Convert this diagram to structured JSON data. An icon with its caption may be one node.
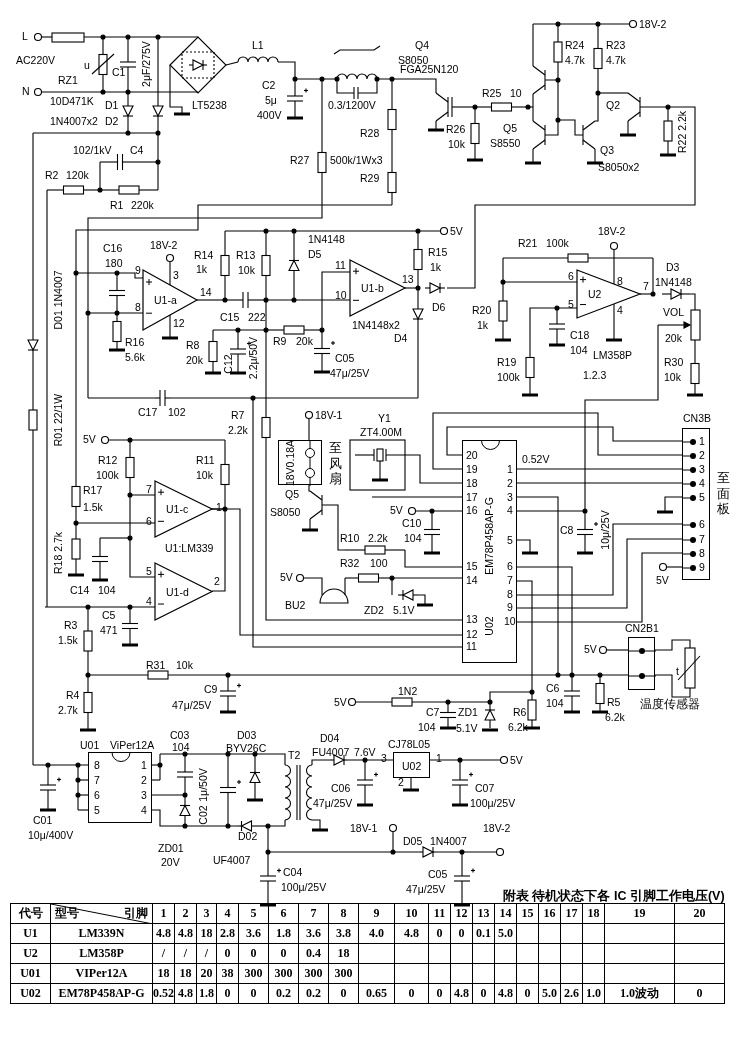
{
  "diagram": {
    "nodes": [
      {
        "text": [
          "U1-a"
        ]
      },
      {
        "text": [
          "U1-b"
        ]
      },
      {
        "text": [
          "U2"
        ]
      },
      {
        "text": [
          "18V0.18A"
        ],
        "beside": [
          "至风扇"
        ]
      },
      {
        "text": [
          "U1-c"
        ]
      },
      {
        "text": [
          "U1-d"
        ]
      },
      {
        "text": [
          "U02",
          "EM78P458AP-G"
        ]
      },
      {
        "text": [
          "1",
          "2",
          "3",
          "4",
          "5",
          "6",
          "7",
          "8",
          "9"
        ],
        "beside": [
          "CN3B",
          "至面板"
        ]
      },
      {
        "text": [],
        "shape": "box",
        "beside": [
          "CN2B1"
        ]
      },
      {
        "text": [
          "8",
          "7",
          "6",
          "5",
          "1",
          "2",
          "3",
          "4"
        ],
        "beside": [
          "U01",
          "ViPer12A"
        ]
      },
      {
        "text": [
          "U02"
        ],
        "beside": [
          "CJ78L05"
        ]
      }
    ],
    "edges": [
      {
        "from": 6,
        "to": 7,
        "arrow": "none"
      },
      {
        "from": 6,
        "to": 7,
        "arrow": "none"
      },
      {
        "from": 6,
        "to": 7,
        "arrow": "none"
      },
      {
        "from": 6,
        "to": 7,
        "arrow": "none"
      },
      {
        "from": 6,
        "to": 7,
        "arrow": "none"
      },
      {
        "from": 6,
        "to": 7,
        "arrow": "none"
      },
      {
        "from": 6,
        "to": 7,
        "arrow": "none"
      },
      {
        "from": 5,
        "to": 4,
        "arrow": "none"
      },
      {
        "from": 4,
        "to": 6,
        "arrow": "none"
      },
      {
        "from": 6,
        "to": 8,
        "arrow": "none"
      },
      {
        "from": 4,
        "to": 5,
        "arrow": "none"
      }
    ],
    "labels": [
      "L",
      "AC220V",
      "RZ1",
      "u",
      "C1",
      "2μF/275V",
      "N",
      "10D471K",
      "D1",
      "1N4007x2",
      "D2",
      "LT5238",
      "L1",
      "C2",
      "5μ",
      "400V",
      "0.3/1200V",
      "FGA25N120",
      "Q4",
      "S8050",
      "18V-2",
      "R24",
      "4.7k",
      "R23",
      "4.7k",
      "R25",
      "10",
      "Q2",
      "R26",
      "10k",
      "Q5",
      "S8550",
      "Q3",
      "S8050x2",
      "R22 2.2k",
      "102/1kV",
      "C4",
      "R28",
      "R27",
      "500k/1Wx3",
      "R2",
      "120k",
      "R29",
      "R1",
      "220k",
      "5V",
      "1N4148",
      "D5",
      "18V-2",
      "C16",
      "180",
      "18V-2",
      "R14",
      "1k",
      "R13",
      "10k",
      "R15",
      "1k",
      "R21",
      "100k",
      "9",
      "3",
      "14",
      "11",
      "10",
      "13",
      "6",
      "8",
      "7",
      "1N4148",
      "D3",
      "8",
      "12",
      "C15",
      "222",
      "1N4148x2",
      "D6",
      "R20",
      "1k",
      "5",
      "4",
      "VOL",
      "R16",
      "R8",
      "R9",
      "20k",
      "D4",
      "C18",
      "20k",
      "5.6k",
      "20k",
      "C12",
      "2.2μ/50V",
      "C05",
      "R19",
      "104",
      "LM358P",
      "R30",
      "47μ/25V",
      "100k",
      "1.2.3",
      "10k",
      "D01 1N4007",
      "R01 22/1W",
      "C17",
      "102",
      "R7",
      "18V-1",
      "Y1",
      "2.2k",
      "ZT4.00M",
      "5V",
      "R12",
      "R11",
      "20",
      "0.52V",
      "100k",
      "10k",
      "19",
      "1",
      "18",
      "2",
      "R17",
      "7",
      "Q5",
      "17",
      "3",
      "1.5k",
      "1",
      "S8050",
      "5V",
      "16",
      "4",
      "6",
      "C10",
      "R18 2.7k",
      "U1:LM339",
      "R10",
      "2.2k",
      "104",
      "5",
      "C8",
      "10μ/25V",
      "R32",
      "100",
      "15",
      "6",
      "5",
      "5V",
      "2",
      "14",
      "7",
      "C14",
      "104",
      "8",
      "4",
      "BU2",
      "ZD2",
      "5.1V",
      "9",
      "C5",
      "13",
      "10",
      "R3",
      "471",
      "12",
      "1.5k",
      "11",
      "5V",
      "5V",
      "R31",
      "10k",
      "R4",
      "C9",
      "1N2",
      "C6",
      "47μ/25V",
      "5V",
      "104",
      "R5",
      "2.7k",
      "C7",
      "ZD1",
      "R6",
      "6.2k",
      "104",
      "5.1V",
      "6.2k",
      "温度传感器",
      "t",
      "C03",
      "D03",
      "D04",
      "104",
      "BYV26C",
      "T2",
      "FU4007",
      "7.6V",
      "3",
      "1",
      "5V",
      "1μ/50V",
      "2",
      "C06",
      "C07",
      "47μ/25V",
      "100μ/25V",
      "C02",
      "C01",
      "18V-1",
      "18V-2",
      "D02",
      "D05",
      "1N4007",
      "10μ/400V",
      "ZD01",
      "20V",
      "UF4007",
      "C04",
      "C05",
      "100μ/25V",
      "47μ/25V",
      "附表 待机状态下各 IC 引脚工作电压(V)",
      "代号",
      "型号",
      "引脚",
      "1",
      "2",
      "3",
      "4",
      "5",
      "6",
      "7",
      "8",
      "9",
      "10",
      "11",
      "12",
      "13",
      "14",
      "15",
      "16",
      "17",
      "18",
      "19",
      "20",
      "U1",
      "LM339N",
      "4.8",
      "4.8",
      "18",
      "2.8",
      "3.6",
      "1.8",
      "3.6",
      "3.8",
      "4.0",
      "4.8",
      "0",
      "0",
      "0.1",
      "5.0",
      "U2",
      "LM358P",
      "/",
      "/",
      "/",
      "0",
      "0",
      "0",
      "0.4",
      "18",
      "U01",
      "VIPer12A",
      "18",
      "18",
      "20",
      "38",
      "300",
      "300",
      "300",
      "300",
      "U02",
      "EM78P458AP-G",
      "0.52",
      "4.8",
      "1.8",
      "0",
      "0",
      "0.2",
      "0.2",
      "0",
      "0.65",
      "0",
      "0",
      "4.8",
      "0",
      "4.8",
      "0",
      "5.0",
      "2.6",
      "1.0",
      "1.0波动",
      "0"
    ]
  }
}
